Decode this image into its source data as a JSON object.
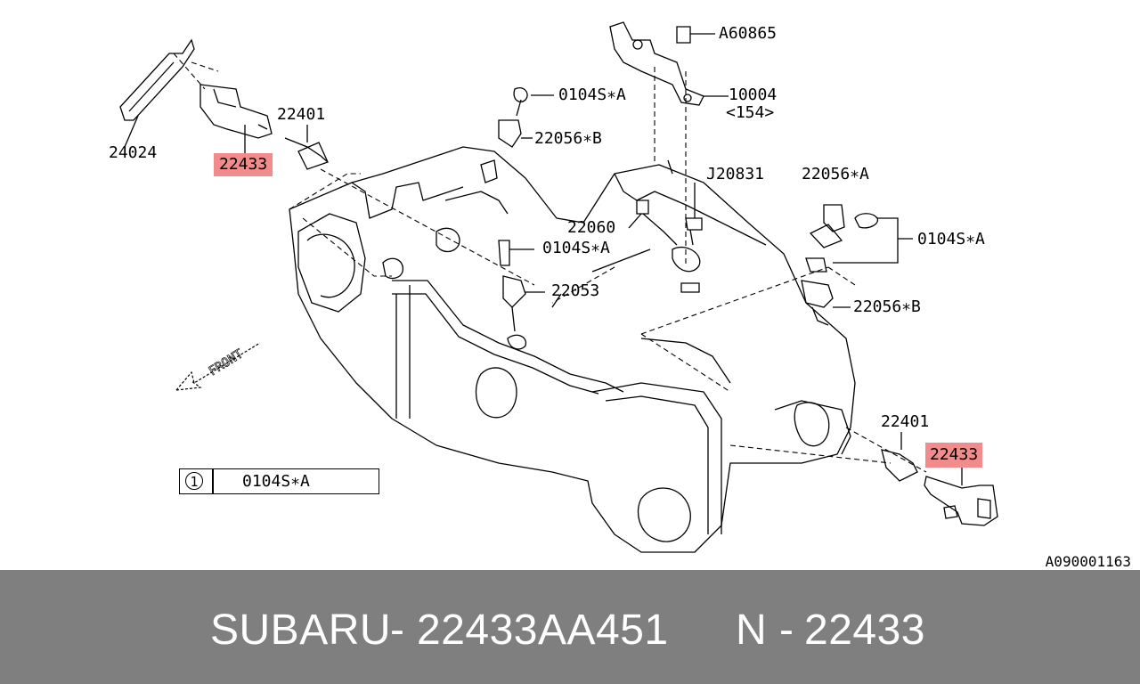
{
  "diagram": {
    "labels": {
      "a60865": "A60865",
      "p10004": "10004",
      "p10004_sub": "<154>",
      "p0104s_top": "0104S∗A",
      "p22056b_top": "22056∗B",
      "p22401_left": "22401",
      "p24024": "24024",
      "p22433_left": "22433",
      "pj20831": "J20831",
      "p22056a": "22056∗A",
      "p22060": "22060",
      "p0104s_mid": "0104S∗A",
      "p0104s_right": "0104S∗A",
      "p22053": "22053",
      "p22056b_right": "22056∗B",
      "p22401_right": "22401",
      "p22433_right": "22433",
      "front": "FRONT"
    },
    "legend": {
      "num": "1",
      "code": "0104S∗A"
    },
    "part_number": "A090001163",
    "highlight_color": "#f28b8b"
  },
  "footer": {
    "brand": "SUBARU",
    "dash1": "-",
    "oem": "22433AA451",
    "n": "N",
    "dash2": "-",
    "ref": "22433",
    "bg_color": "#7f7f7f"
  }
}
